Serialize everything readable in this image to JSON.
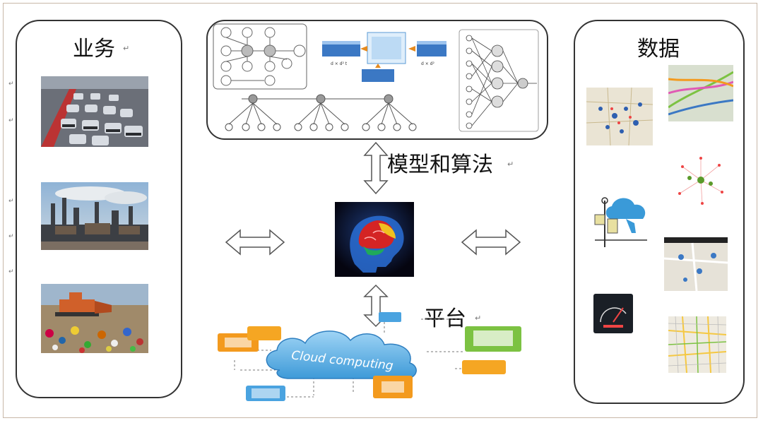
{
  "panels": {
    "business": {
      "title": "业务"
    },
    "data": {
      "title": "数据"
    }
  },
  "labels": {
    "models": "模型和算法",
    "platform": "平台"
  },
  "cloud_text": "Cloud computing",
  "colors": {
    "panel_border": "#333333",
    "arrow_stroke": "#555555",
    "cloud_blue": "#5fb3e8",
    "orange": "#f39a1e",
    "green": "#7cc242",
    "brain_bg": "#0a0a1a"
  },
  "icons": [
    "traffic-photo",
    "factory-photo",
    "landfill-photo",
    "network-diagram",
    "brain-icon",
    "cloud-icon"
  ]
}
